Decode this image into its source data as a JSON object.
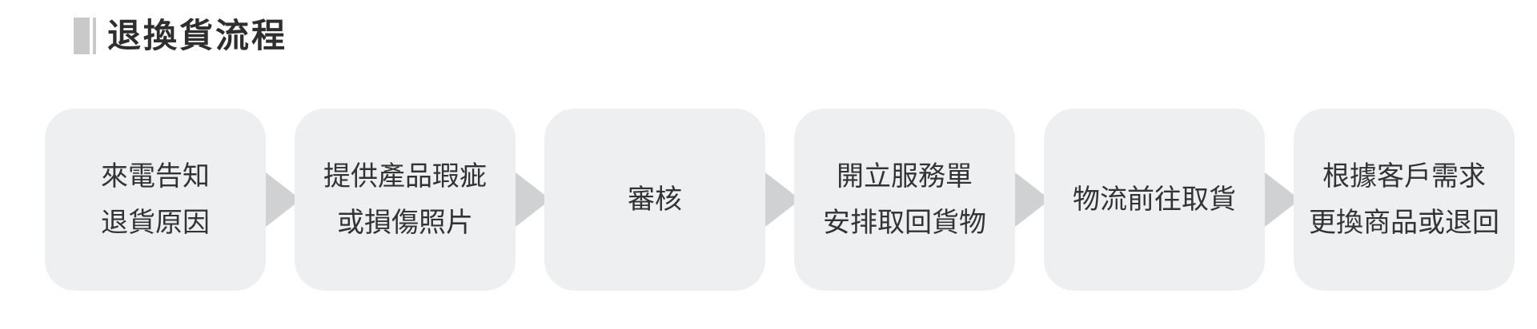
{
  "title": "退換貨流程",
  "steps": [
    {
      "lines": [
        "來電告知",
        "退貨原因"
      ]
    },
    {
      "lines": [
        "提供產品瑕疵",
        "或損傷照片"
      ]
    },
    {
      "lines": [
        "審核"
      ]
    },
    {
      "lines": [
        "開立服務單",
        "安排取回貨物"
      ]
    },
    {
      "lines": [
        "物流前往取貨"
      ]
    },
    {
      "lines": [
        "根據客戶需求",
        "更換商品或退回"
      ]
    }
  ],
  "colors": {
    "box_fill": "#eeeff0",
    "arrow": "#d0d1d2",
    "title_bar": "#c9c9ca",
    "text": "#333333"
  }
}
